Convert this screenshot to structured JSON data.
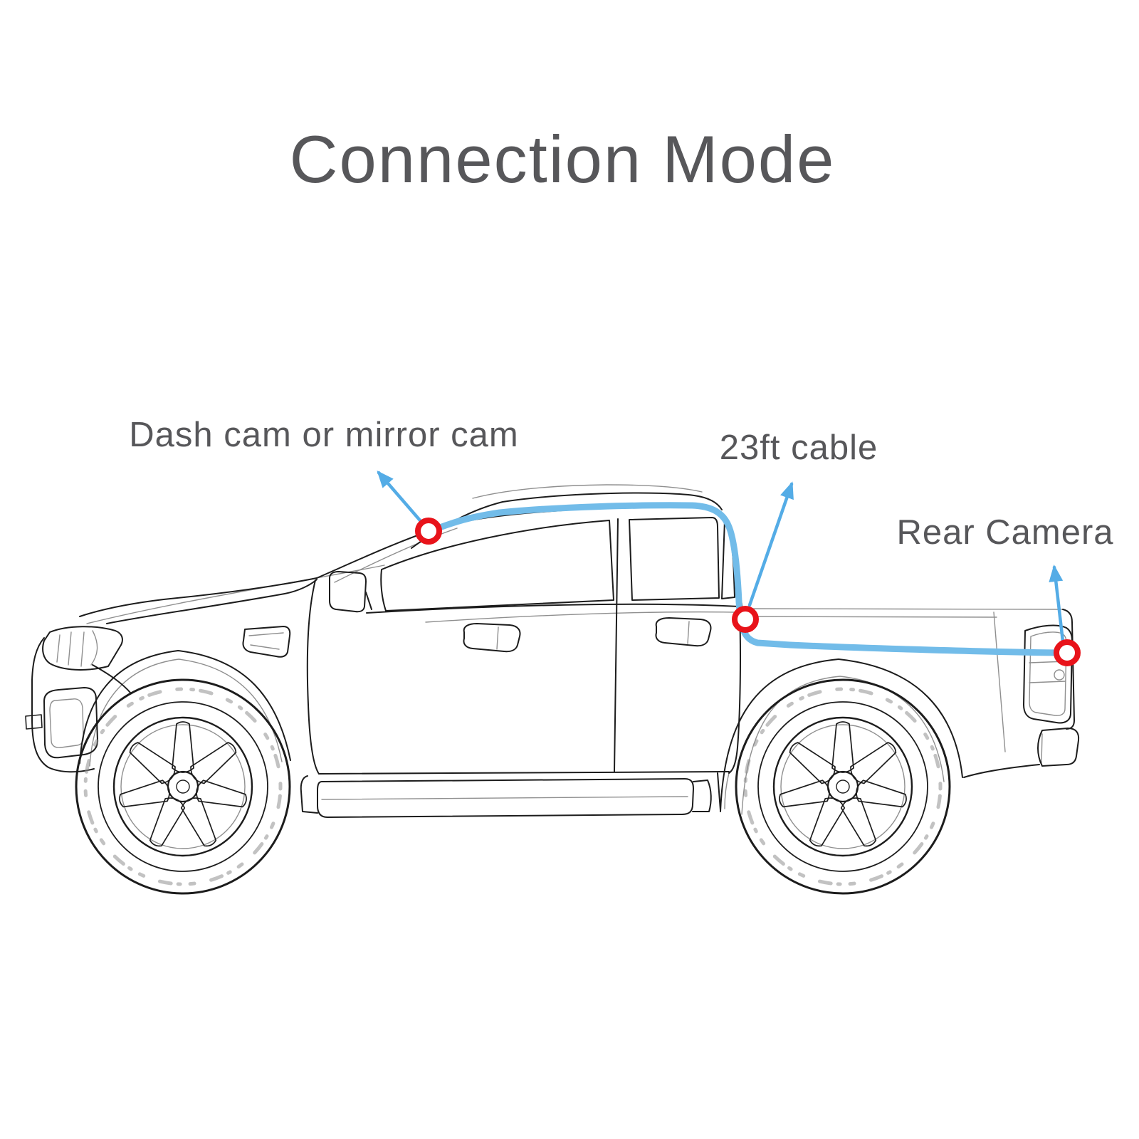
{
  "title": "Connection Mode",
  "annotations": [
    {
      "label": "Dash cam or mirror cam"
    },
    {
      "label": "23ft cable"
    },
    {
      "label": "Rear Camera"
    }
  ],
  "colors": {
    "title_text": "#57575a",
    "label_text": "#57575a",
    "cable_blue": "#72bce9",
    "arrow_blue": "#54ace6",
    "marker_red": "#e8131a",
    "line_dark": "#1c1c1c",
    "line_light": "#8f8f8f",
    "background": "#ffffff"
  }
}
